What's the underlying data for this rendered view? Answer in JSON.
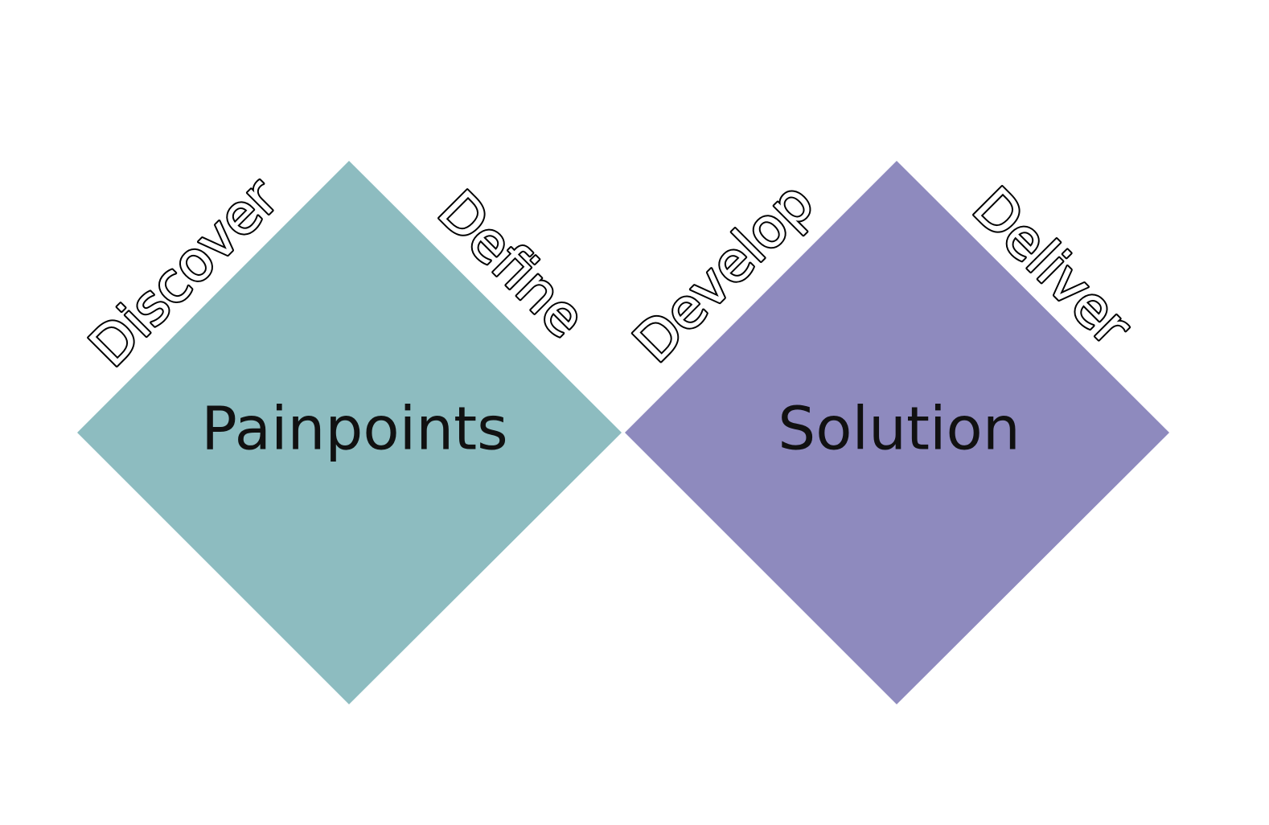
{
  "diagram": {
    "diamonds": [
      {
        "label": "Painpoints",
        "color": "#8dbcc0"
      },
      {
        "label": "Solution",
        "color": "#8e8abe"
      }
    ],
    "phases": {
      "discover": "Discover",
      "define": "Define",
      "develop": "Develop",
      "deliver": "Deliver"
    }
  }
}
